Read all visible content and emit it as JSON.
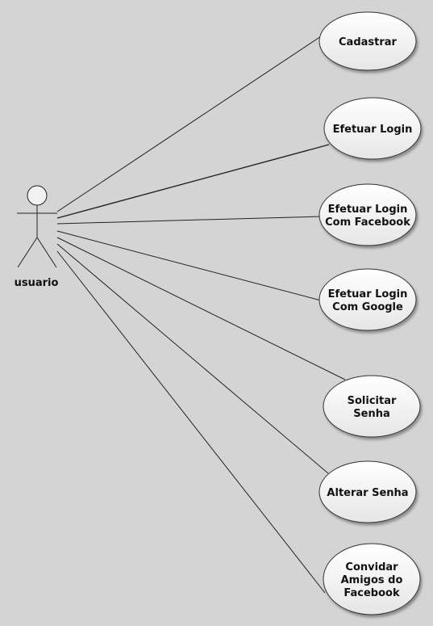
{
  "colors": {
    "background": "#d4d4d4",
    "line": "#222222",
    "ellipse_fill_top": "#ffffff",
    "ellipse_fill_bottom": "#e6e6e6",
    "ellipse_stroke": "#333333"
  },
  "actor": {
    "name": "usuario"
  },
  "use_cases": [
    {
      "id": "cadastrar",
      "lines": [
        "Cadastrar"
      ]
    },
    {
      "id": "efetuar-login",
      "lines": [
        "Efetuar Login"
      ]
    },
    {
      "id": "efetuar-login-facebook",
      "lines": [
        "Efetuar Login",
        "Com Facebook"
      ]
    },
    {
      "id": "efetuar-login-google",
      "lines": [
        "Efetuar Login",
        "Com Google"
      ]
    },
    {
      "id": "solicitar-senha",
      "lines": [
        "Solicitar",
        "Senha"
      ]
    },
    {
      "id": "alterar-senha",
      "lines": [
        "Alterar Senha"
      ]
    },
    {
      "id": "convidar-amigos",
      "lines": [
        "Convidar",
        "Amigos do",
        "Facebook"
      ]
    }
  ]
}
